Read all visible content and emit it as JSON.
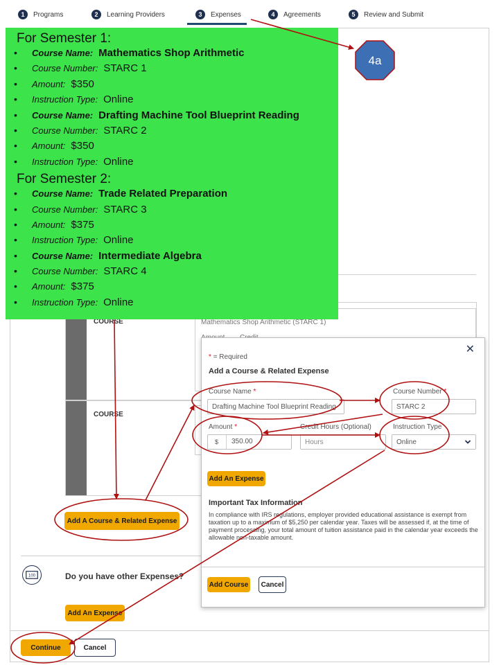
{
  "stepper": {
    "steps": [
      {
        "num": "1",
        "label": "Programs"
      },
      {
        "num": "2",
        "label": "Learning Providers"
      },
      {
        "num": "3",
        "label": "Expenses"
      },
      {
        "num": "4",
        "label": "Agreements"
      },
      {
        "num": "5",
        "label": "Review and Submit"
      }
    ],
    "active_step": "Expenses"
  },
  "annotation": {
    "badge_label": "4a"
  },
  "instructions": {
    "semester1_title": "For Semester 1:",
    "semester2_title": "For Semester 2:",
    "keys": {
      "course_name": "Course Name:",
      "course_number": "Course Number:",
      "amount": "Amount:",
      "instruction_type": "Instruction Type:"
    },
    "semester1_courses": [
      {
        "name": "Mathematics Shop Arithmetic",
        "number": "STARC 1",
        "amount": "$350",
        "type": "Online"
      },
      {
        "name": "Drafting Machine Tool Blueprint Reading",
        "number": "STARC 2",
        "amount": "$350",
        "type": "Online"
      }
    ],
    "semester2_courses": [
      {
        "name": "Trade Related Preparation",
        "number": "STARC 3",
        "amount": "$375",
        "type": "Online"
      },
      {
        "name": "Intermediate Algebra",
        "number": "STARC 4",
        "amount": "$375",
        "type": "Online"
      }
    ]
  },
  "background": {
    "course_label": "COURSE",
    "course1_summary": "Mathematics Shop Arithmetic (STARC 1)",
    "amount_label": "Amount",
    "credit_label": "Credit",
    "add_course_button": "Add A Course & Related Expense",
    "other_expenses_question": "Do you have other Expenses?",
    "add_expense_button": "Add An Expense",
    "continue_button": "Continue",
    "cancel_button": "Cancel",
    "money_icon_text": "100"
  },
  "modal": {
    "required_note": "= Required",
    "required_star": "*",
    "title": "Add a Course & Related Expense",
    "course_name_label": "Course Name",
    "course_name_value": "Drafting Machine Tool Blueprint Reading",
    "course_number_label": "Course Number",
    "course_number_value": "STARC 2",
    "amount_label": "Amount",
    "currency_symbol": "$",
    "amount_value": "350.00",
    "credit_hours_label": "Credit Hours (Optional)",
    "credit_hours_placeholder": "Hours",
    "instruction_type_label": "Instruction Type",
    "instruction_type_value": "Online",
    "add_expense_button": "Add An Expense",
    "tax_title": "Important Tax Information",
    "tax_text": "In compliance with IRS regulations, employer provided educational assistance is exempt from taxation up to a maximum of $5,250 per calendar year. Taxes will be assessed if, at the time of payment processing, your total amount of tuition assistance paid in the calendar year exceeds the allowable non-taxable amount.",
    "add_course_button": "Add Course",
    "cancel_button": "Cancel"
  },
  "colors": {
    "accent_yellow": "#f0a800",
    "overlay_green": "#3de34a",
    "annotation_red": "#b01010",
    "badge_blue": "#3d6fb5",
    "navy": "#1f2f4f"
  }
}
